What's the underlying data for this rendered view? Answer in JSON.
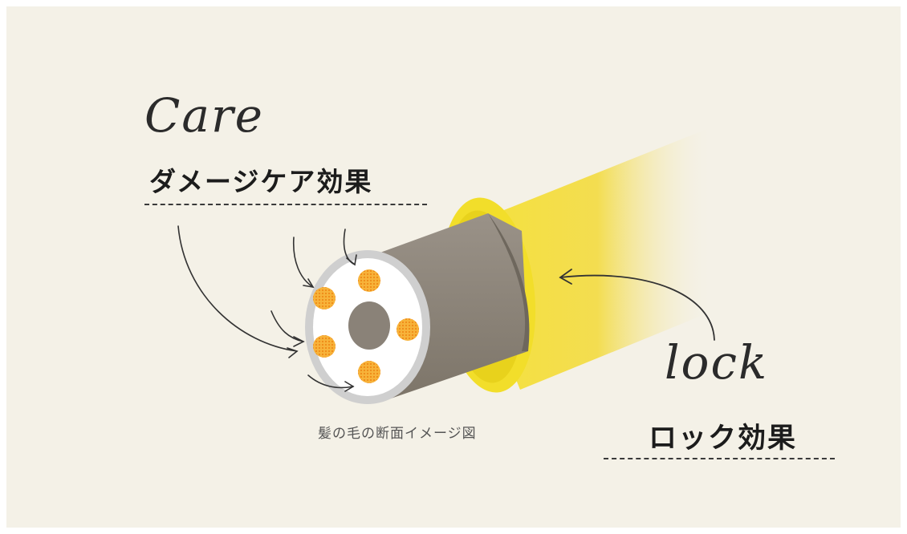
{
  "care": {
    "script_text": "Care",
    "heading": "ダメージケア効果"
  },
  "lock": {
    "script_text": "lock",
    "heading": "ロック効果"
  },
  "caption": "髪の毛の断面イメージ図",
  "colors": {
    "background": "#f4f1e7",
    "outer_layer": "#f5e23a",
    "cortex": "#8a8278",
    "cuticle_ring": "#c9c9c9",
    "care_dots": "#f5a51e"
  }
}
